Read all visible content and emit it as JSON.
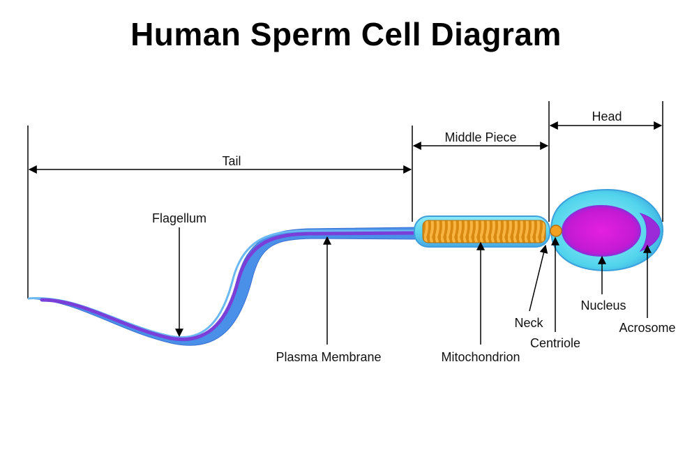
{
  "title": "Human Sperm Cell Diagram",
  "labels": {
    "tail": "Tail",
    "middle_piece": "Middle Piece",
    "head": "Head",
    "flagellum": "Flagellum",
    "plasma_membrane": "Plasma Membrane",
    "mitochondrion": "Mitochondrion",
    "neck": "Neck",
    "centriole": "Centriole",
    "nucleus": "Nucleus",
    "acrosome": "Acrosome"
  },
  "colors": {
    "membrane": "#5fdbee",
    "tail_outer": "#4a90e8",
    "tail_core": "#7a3fd8",
    "mitochondria": "#f0a020",
    "nucleus": "#d01ad8",
    "centriole": "#f4a020",
    "line": "#000000"
  }
}
